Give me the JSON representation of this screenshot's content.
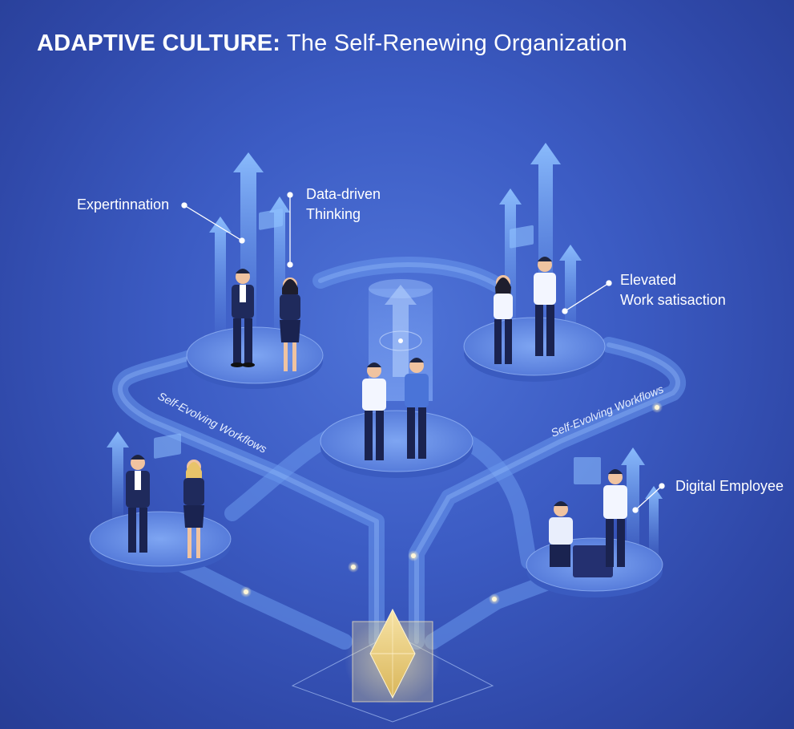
{
  "title": {
    "strong": "ADAPTIVE CULTURE:",
    "rest": " The Self-Renewing Organization"
  },
  "labels": {
    "experimentation": "Expertinnation",
    "data_driven_line1": "Data-driven",
    "data_driven_line2": "Thinking",
    "elevated_line1": "Elevated",
    "elevated_line2": "Work satisaction",
    "digital_employee": "Digital Employee",
    "workflow_left": "Self-Evolving Workflows",
    "workflow_right": "Self-Evolving Workflows"
  },
  "colors": {
    "background": "#3c5cc4",
    "path": "#6f9cf0",
    "platform": "#5e86e4",
    "crystal": "#f4d88a",
    "arrow": "#7fb2f6"
  }
}
